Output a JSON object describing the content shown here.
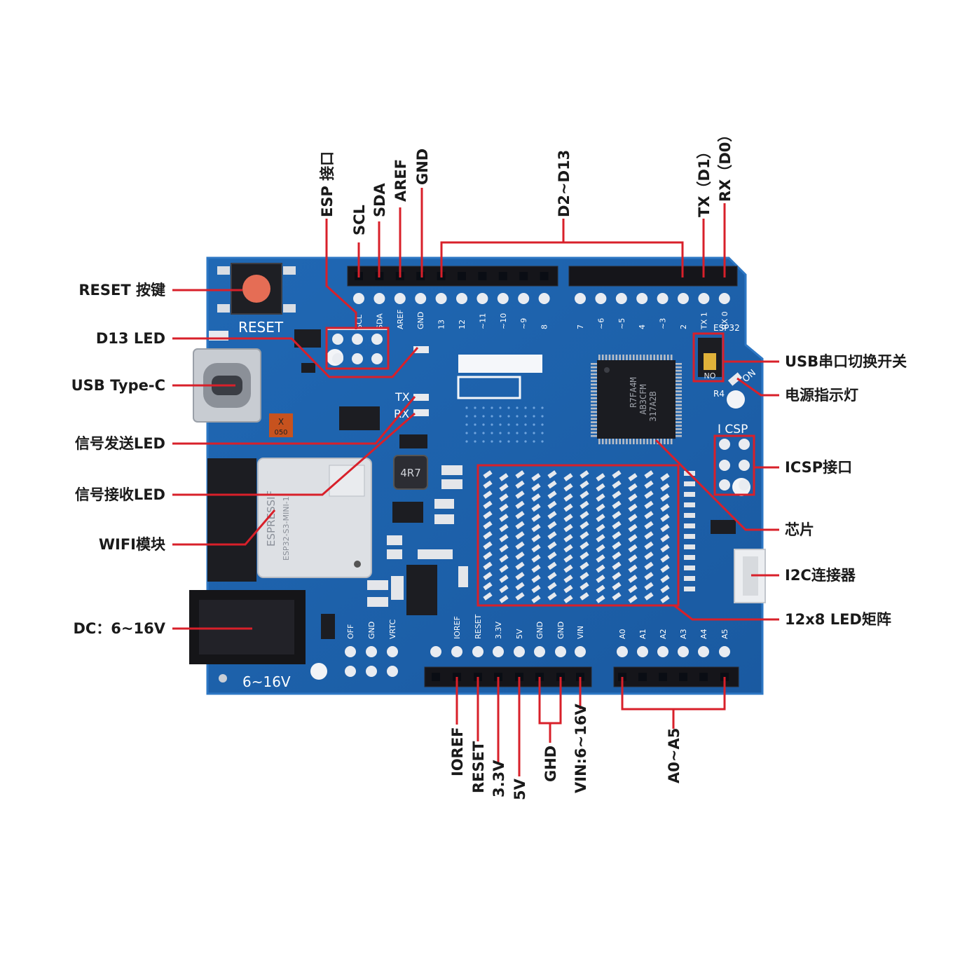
{
  "board": {
    "silkscreen": {
      "reset": "RESET",
      "tx": "TX",
      "rx": "RX",
      "icsp": "I CSP",
      "esp32": "ESP32",
      "on": "ON",
      "no": "NO",
      "r4": "R4",
      "inductor": "4R7",
      "module_brand": "ESPRESSIF",
      "module_name": "ESP32-S3-MINI-1",
      "chip_marking_1": "R7FA4M",
      "chip_marking_2": "AB3CFM",
      "chip_marking_3": "317A2B",
      "power_jack": "6~16V",
      "top_pins": [
        "SCL",
        "SDA",
        "AREF",
        "GND",
        "13",
        "12",
        "~11",
        "~10",
        "~9",
        "8",
        "7",
        "~6",
        "~5",
        "4",
        "~3",
        "2",
        "TX 1",
        "RX 0"
      ],
      "bottom_pins": [
        "OFF",
        "GND",
        "VRTC",
        "IOREF",
        "RESET",
        "3.3V",
        "5V",
        "GND",
        "GND",
        "VIN",
        "A0",
        "A1",
        "A2",
        "A3",
        "A4",
        "A5"
      ]
    }
  },
  "callouts": {
    "top": {
      "esp": "ESP 接口",
      "scl": "SCL",
      "sda": "SDA",
      "aref": "AREF",
      "gnd": "GND",
      "d2_d13": "D2~D13",
      "tx": "TX（D1）",
      "rx": "RX（D0）"
    },
    "left": {
      "reset": "RESET 按键",
      "d13": "D13 LED",
      "usbc": "USB Type-C",
      "tx_led": "信号发送LED",
      "rx_led": "信号接收LED",
      "wifi": "WIFI模块",
      "dc": "DC：6~16V"
    },
    "right": {
      "usb_switch": "USB串口切换开关",
      "power_led": "电源指示灯",
      "icsp": "ICSP接口",
      "chip": "芯片",
      "i2c": "I2C连接器",
      "matrix": "12x8 LED矩阵"
    },
    "bottom": {
      "ioref": "IOREF",
      "reset": "RESET",
      "v33": "3.3V",
      "v5": "5V",
      "gnd": "GHD",
      "vin": "VIN:6~16V",
      "a0_a5": "A0~A5"
    }
  },
  "colors": {
    "board": "#1b5fa8",
    "board_edge": "#2d77c4",
    "callout": "#d8202a",
    "header": "#15151a"
  }
}
